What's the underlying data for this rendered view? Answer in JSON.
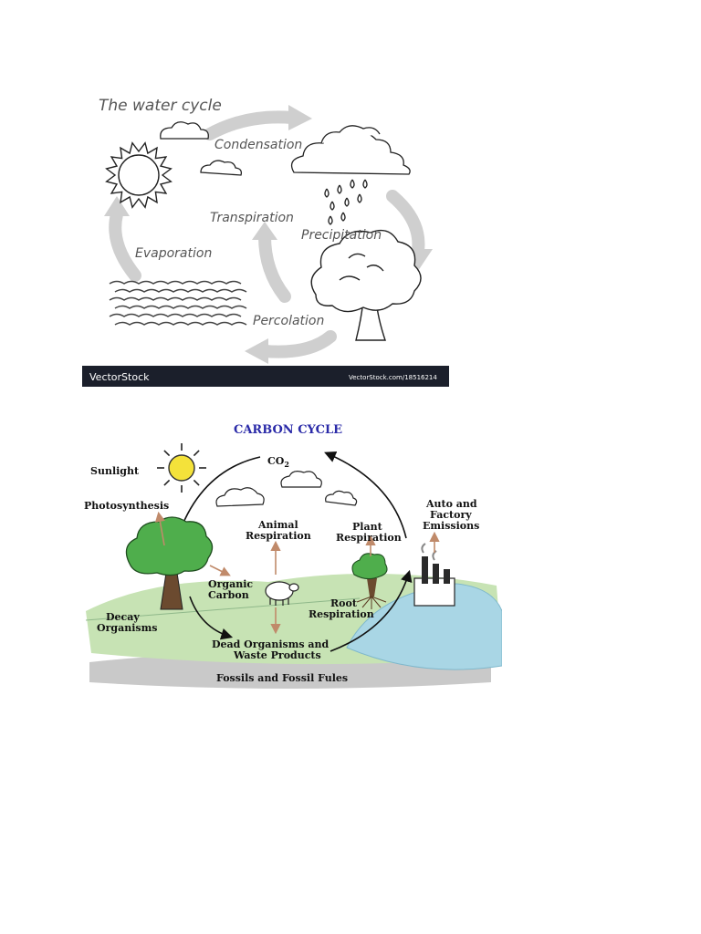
{
  "water_cycle": {
    "title": "The water cycle",
    "labels": {
      "condensation": "Condensation",
      "transpiration": "Transpiration",
      "precipitation": "Precipitation",
      "evaporation": "Evaporation",
      "percolation": "Percolation"
    },
    "footer": {
      "brand": "VectorStock",
      "url": "VectorStock.com/18516214"
    }
  },
  "carbon_cycle": {
    "title": "CARBON CYCLE",
    "co2": "CO",
    "co2_sub": "2",
    "labels": {
      "sunlight": "Sunlight",
      "photosynthesis": "Photosynthesis",
      "animal_respiration_1": "Animal",
      "animal_respiration_2": "Respiration",
      "plant_respiration_1": "Plant",
      "plant_respiration_2": "Respiration",
      "emissions_1": "Auto and",
      "emissions_2": "Factory",
      "emissions_3": "Emissions",
      "organic_carbon_1": "Organic",
      "organic_carbon_2": "Carbon",
      "root_respiration_1": "Root",
      "root_respiration_2": "Respiration",
      "decay_1": "Decay",
      "decay_2": "Organisms",
      "dead_1": "Dead Organisms and",
      "dead_2": "Waste Products",
      "fossils": "Fossils and Fossil Fules"
    }
  }
}
